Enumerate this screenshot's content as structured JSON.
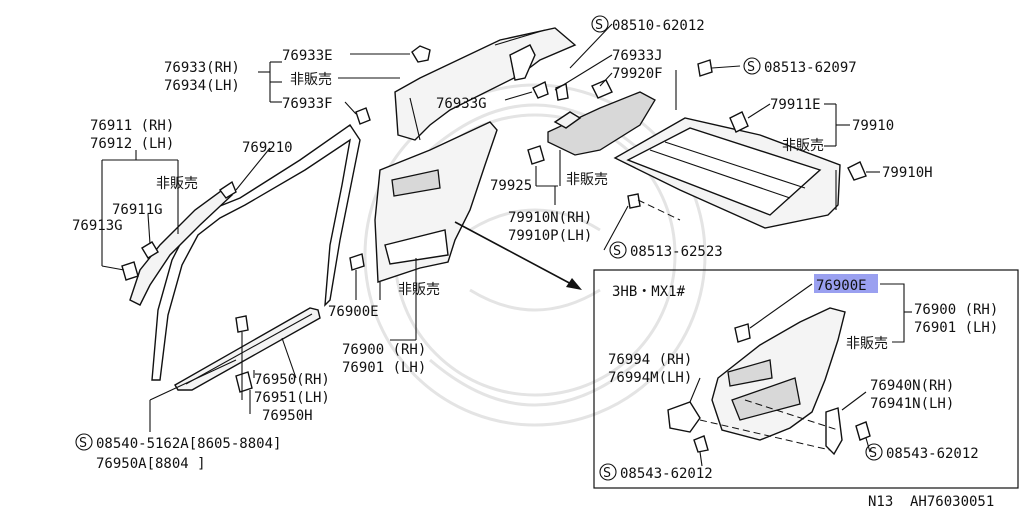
{
  "main_labels": {
    "l76933_rh": "76933(RH)",
    "l76934_lh": "76934(LH)",
    "l76933e": "76933E",
    "l_hihanbai_1": "非販売",
    "l76933f": "76933F",
    "l76933g": "76933G",
    "l76933j": "76933J",
    "l08510": "08510-62012",
    "l79920f": "79920F",
    "l08513a": "08513-62097",
    "l79911e": "79911E",
    "l79910": "79910",
    "l_hihanbai_2": "非販売",
    "l79910h": "79910H",
    "l76911_rh": "76911 (RH)",
    "l76912_lh": "76912 (LH)",
    "l769210": "769210",
    "l_hihanbai_3": "非販売",
    "l76911g": "76911G",
    "l76913g": "76913G",
    "l79925": "79925",
    "l_hihanbai_4": "非販売",
    "l79910n": "79910N(RH)",
    "l79910p": "79910P(LH)",
    "l08513b": "08513-62523",
    "l_hihanbai_5": "非販売",
    "l76900e": "76900E",
    "l76900_rh": "76900 (RH)",
    "l76901_lh": "76901 (LH)",
    "l76950_rh": "76950(RH)",
    "l76951_lh": "76951(LH)",
    "l76950h": "76950H",
    "l08540": "08540-5162A[8605-8804]",
    "l76950a": "76950A[8804   ]",
    "circle_s": "S"
  },
  "inset": {
    "title": "3HB・MX1#",
    "l76900e_highlight": "76900E",
    "l76900_rh": "76900 (RH)",
    "l76901_lh": "76901 (LH)",
    "l_hihanbai": "非販売",
    "l76994_rh": "76994 (RH)",
    "l76994m_lh": "76994M(LH)",
    "l76940n_rh": "76940N(RH)",
    "l76941n_lh": "76941N(LH)",
    "l08543a": "08543-62012",
    "l08543b": "08543-62012",
    "highlight_color": "#9aa0f0"
  },
  "footer": {
    "n13": "N13",
    "code": "AH76030051"
  }
}
